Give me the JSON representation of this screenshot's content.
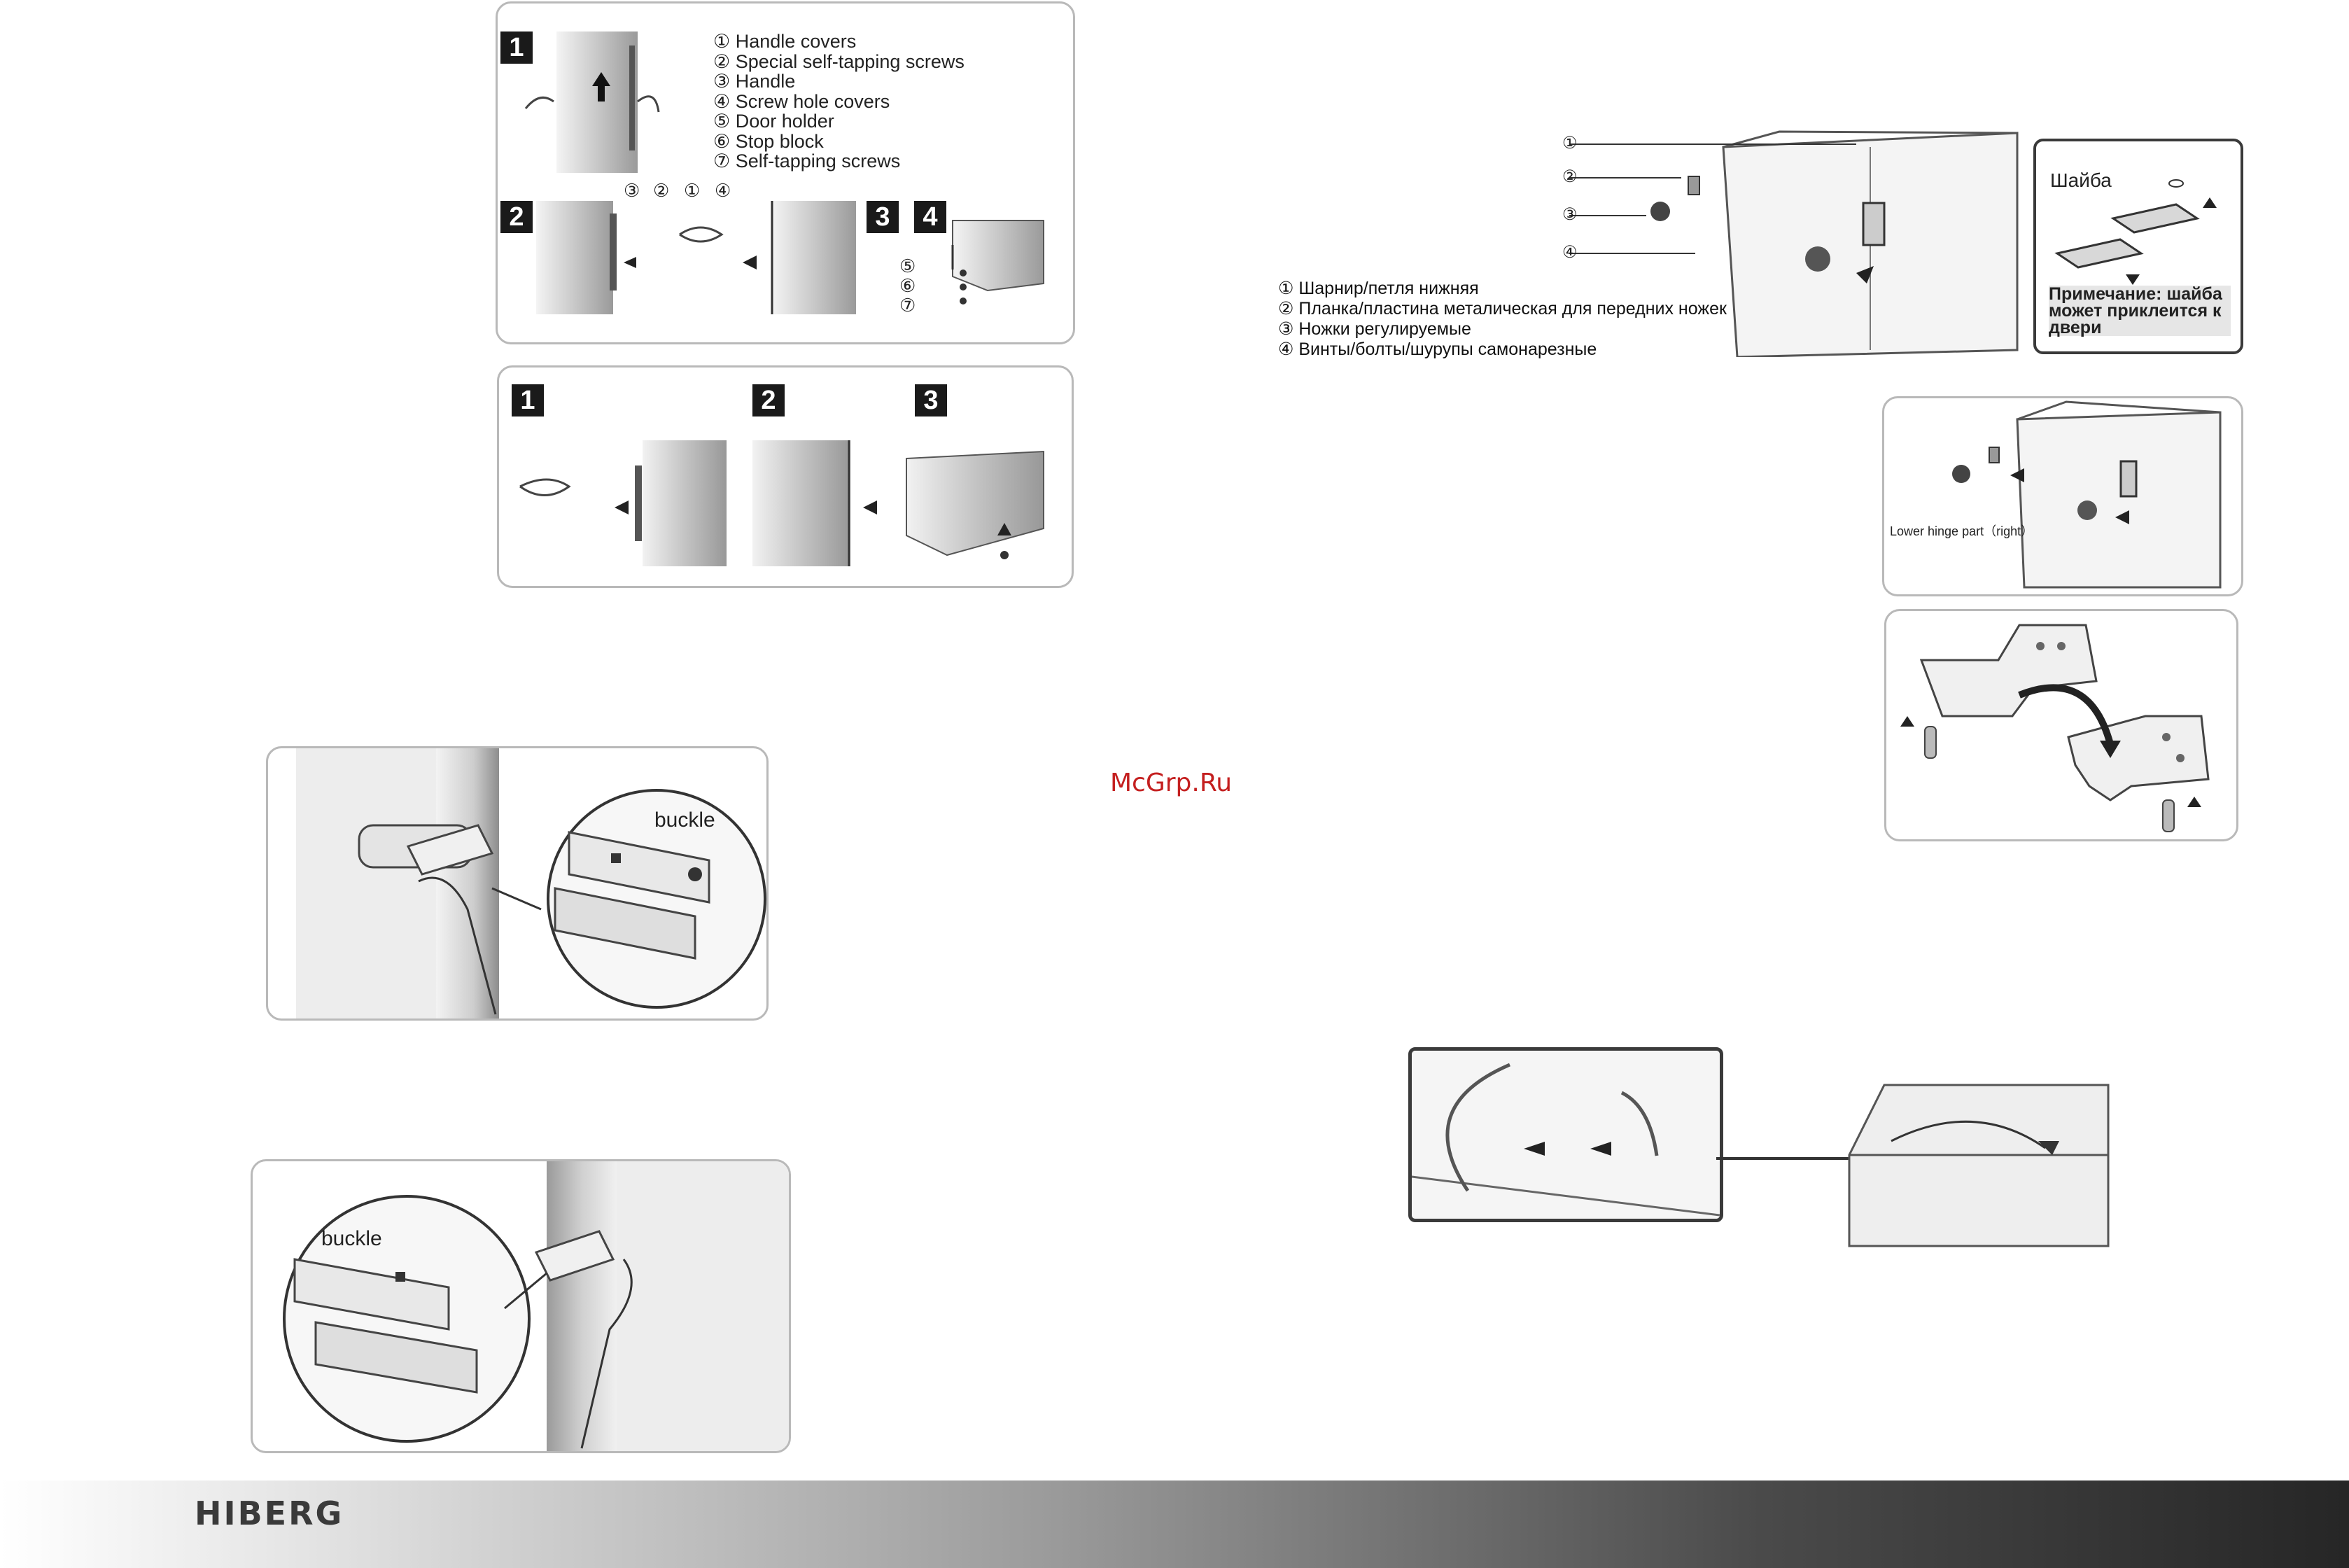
{
  "handle_legend": [
    "① Handle covers",
    "② Special self-tapping screws",
    "③ Handle",
    "④ Screw hole covers",
    "⑤ Door holder",
    "⑥ Stop block",
    "⑦ Self-tapping screws"
  ],
  "step_labels": [
    "1",
    "2",
    "3",
    "4"
  ],
  "callout_numbers": [
    "③",
    "②",
    "①",
    "④",
    "⑤",
    "⑥",
    "⑦"
  ],
  "buckle_label": "buckle",
  "hinge_legend": [
    "① Шарнир/петля нижняя",
    "② Планка/пластина металическая для передних ножек",
    "③ Ножки регулируемые",
    "④ Винты/болты/шурупы самонарезные"
  ],
  "hinge_numbers": [
    "①",
    "②",
    "③",
    "④"
  ],
  "washer_title": "Шайба",
  "washer_note": "Примечание: шайба может приклеится к двери",
  "lower_hinge_label": "Lower hinge part（right）",
  "watermark": "McGrp.Ru",
  "brand": "HIBERG"
}
